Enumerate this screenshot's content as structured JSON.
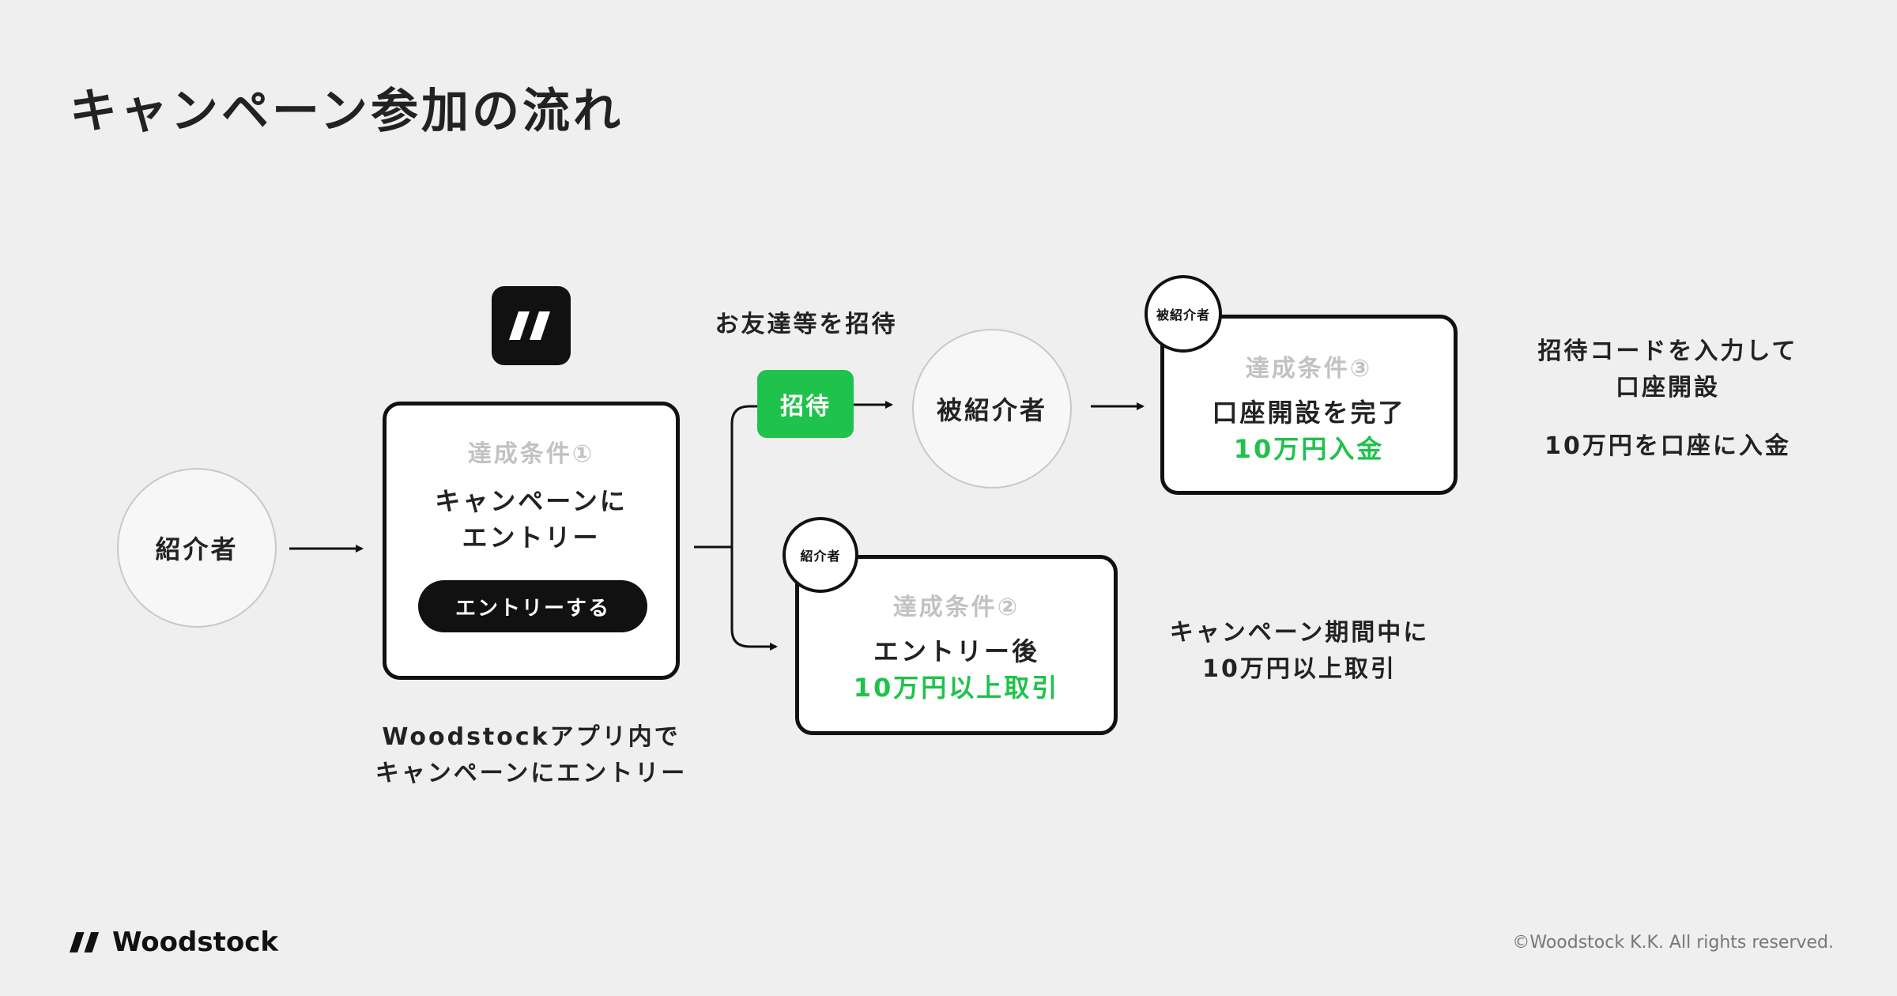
{
  "title": "キャンペーン参加の流れ",
  "nodes": {
    "referrer": "紹介者",
    "referred": "被紹介者"
  },
  "step1": {
    "condition": "達成条件①",
    "line1": "キャンペーンに",
    "line2": "エントリー",
    "button": "エントリーする"
  },
  "step2": {
    "badge": "紹介者",
    "condition": "達成条件②",
    "line1": "エントリー後",
    "line2": "10万円以上取引"
  },
  "step3": {
    "badge": "被紹介者",
    "condition": "達成条件③",
    "line1": "口座開設を完了",
    "line2": "10万円入金"
  },
  "invite": {
    "caption": "お友達等を招待",
    "button": "招待"
  },
  "notes": {
    "app_line1": "Woodstockアプリ内で",
    "app_line2": "キャンペーンにエントリー",
    "period_line1": "キャンペーン期間中に",
    "period_line2": "10万円以上取引",
    "code_line1": "招待コードを入力して",
    "code_line2": "口座開設",
    "deposit": "10万円を口座に入金"
  },
  "footer": {
    "brand": "Woodstock",
    "copyright": "©Woodstock K.K. All rights reserved."
  },
  "colors": {
    "accent_green": "#1fc24a",
    "background": "#efefef",
    "border": "#111111",
    "muted": "#c2c2c2"
  },
  "icons": {
    "app_logo": "woodstock-logo-icon",
    "arrow": "arrow-right-icon"
  }
}
